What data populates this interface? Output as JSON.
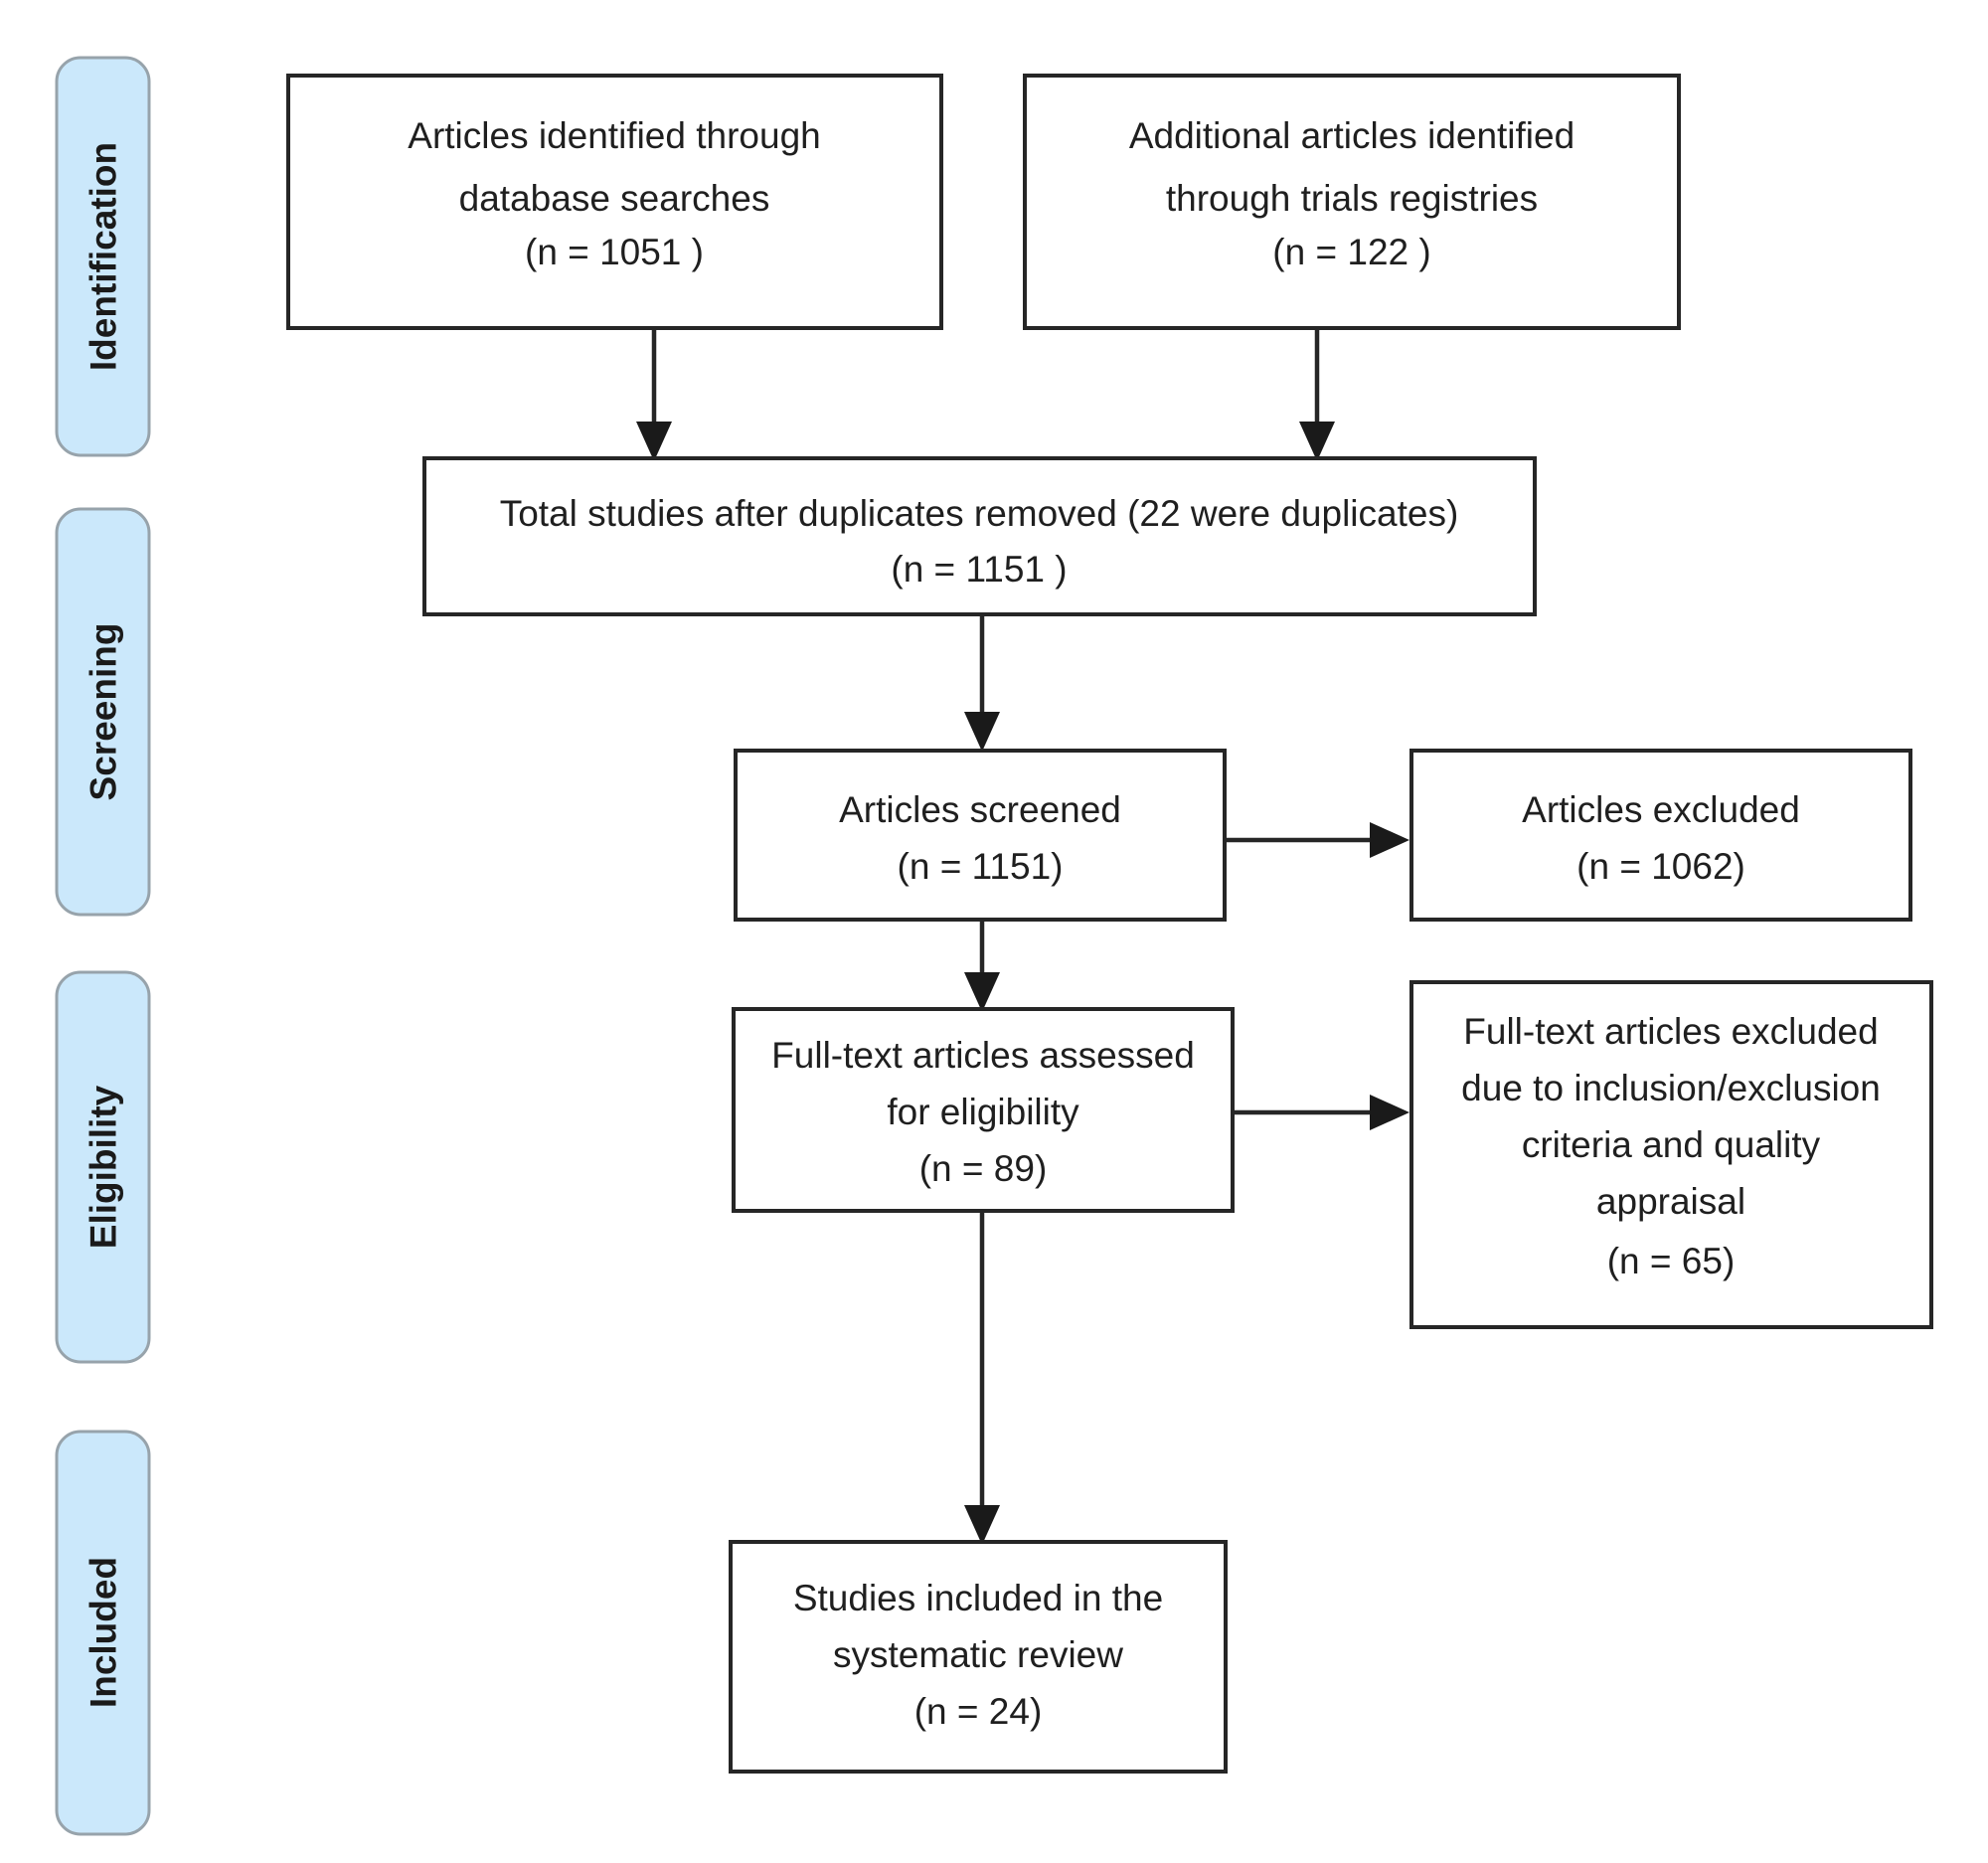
{
  "diagram": {
    "title": "PRISMA flow diagram",
    "type": "prisma-flowchart",
    "colors": {
      "stage_fill": "#cbe8fb",
      "stage_border": "#97a3ab",
      "box_fill": "#ffffff",
      "box_border": "#262626",
      "text": "#1f1f1f",
      "connector": "#262626"
    }
  },
  "stages": [
    {
      "id": "identification",
      "label": "Identification"
    },
    {
      "id": "screening",
      "label": "Screening"
    },
    {
      "id": "eligibility",
      "label": "Eligibility"
    },
    {
      "id": "included",
      "label": "Included"
    }
  ],
  "nodes": {
    "database_searches": {
      "id": "database-searches",
      "lines": [
        "Articles identified through",
        "database searches",
        "(n = 1051 )"
      ],
      "count": 1051
    },
    "trials_registries": {
      "id": "trials-registries",
      "lines": [
        "Additional articles identified",
        "through trials registries",
        "(n = 122 )"
      ],
      "count": 122
    },
    "duplicates_removed": {
      "id": "duplicates-removed",
      "lines": [
        "Total studies after duplicates removed (22 were duplicates)",
        "(n = 1151 )"
      ],
      "count": 1151,
      "duplicates": 22
    },
    "articles_screened": {
      "id": "articles-screened",
      "lines": [
        "Articles screened",
        "(n = 1151)"
      ],
      "count": 1151
    },
    "articles_excluded": {
      "id": "articles-excluded",
      "lines": [
        "Articles excluded",
        "(n = 1062)"
      ],
      "count": 1062
    },
    "fulltext_assessed": {
      "id": "fulltext-assessed",
      "lines": [
        "Full-text articles assessed",
        "for eligibility",
        "(n = 89)"
      ],
      "count": 89
    },
    "fulltext_excluded": {
      "id": "fulltext-excluded",
      "lines": [
        "Full-text articles excluded",
        "due to inclusion/exclusion",
        "criteria and quality",
        "appraisal",
        "(n = 65)"
      ],
      "count": 65
    },
    "studies_included": {
      "id": "studies-included",
      "lines": [
        "Studies included in the",
        "systematic review",
        "(n = 24)"
      ],
      "count": 24
    }
  },
  "chart_data": {
    "type": "diagram",
    "title": "PRISMA flow diagram",
    "stages": [
      "Identification",
      "Screening",
      "Eligibility",
      "Included"
    ],
    "nodes": [
      {
        "key": "database_searches",
        "stage": "Identification",
        "label": "Articles identified through database searches",
        "n": 1051
      },
      {
        "key": "trials_registries",
        "stage": "Identification",
        "label": "Additional articles identified through trials registries",
        "n": 122
      },
      {
        "key": "duplicates_removed",
        "stage": "Screening",
        "label": "Total studies after duplicates removed (22 were duplicates)",
        "n": 1151
      },
      {
        "key": "articles_screened",
        "stage": "Screening",
        "label": "Articles screened",
        "n": 1151
      },
      {
        "key": "articles_excluded",
        "stage": "Screening",
        "label": "Articles excluded",
        "n": 1062
      },
      {
        "key": "fulltext_assessed",
        "stage": "Eligibility",
        "label": "Full-text articles assessed for eligibility",
        "n": 89
      },
      {
        "key": "fulltext_excluded",
        "stage": "Eligibility",
        "label": "Full-text articles excluded due to inclusion/exclusion criteria and quality appraisal",
        "n": 65
      },
      {
        "key": "studies_included",
        "stage": "Included",
        "label": "Studies included in the systematic review",
        "n": 24
      }
    ],
    "edges": [
      {
        "from": "database_searches",
        "to": "duplicates_removed"
      },
      {
        "from": "trials_registries",
        "to": "duplicates_removed"
      },
      {
        "from": "duplicates_removed",
        "to": "articles_screened"
      },
      {
        "from": "articles_screened",
        "to": "articles_excluded"
      },
      {
        "from": "articles_screened",
        "to": "fulltext_assessed"
      },
      {
        "from": "fulltext_assessed",
        "to": "fulltext_excluded"
      },
      {
        "from": "fulltext_assessed",
        "to": "studies_included"
      }
    ]
  }
}
